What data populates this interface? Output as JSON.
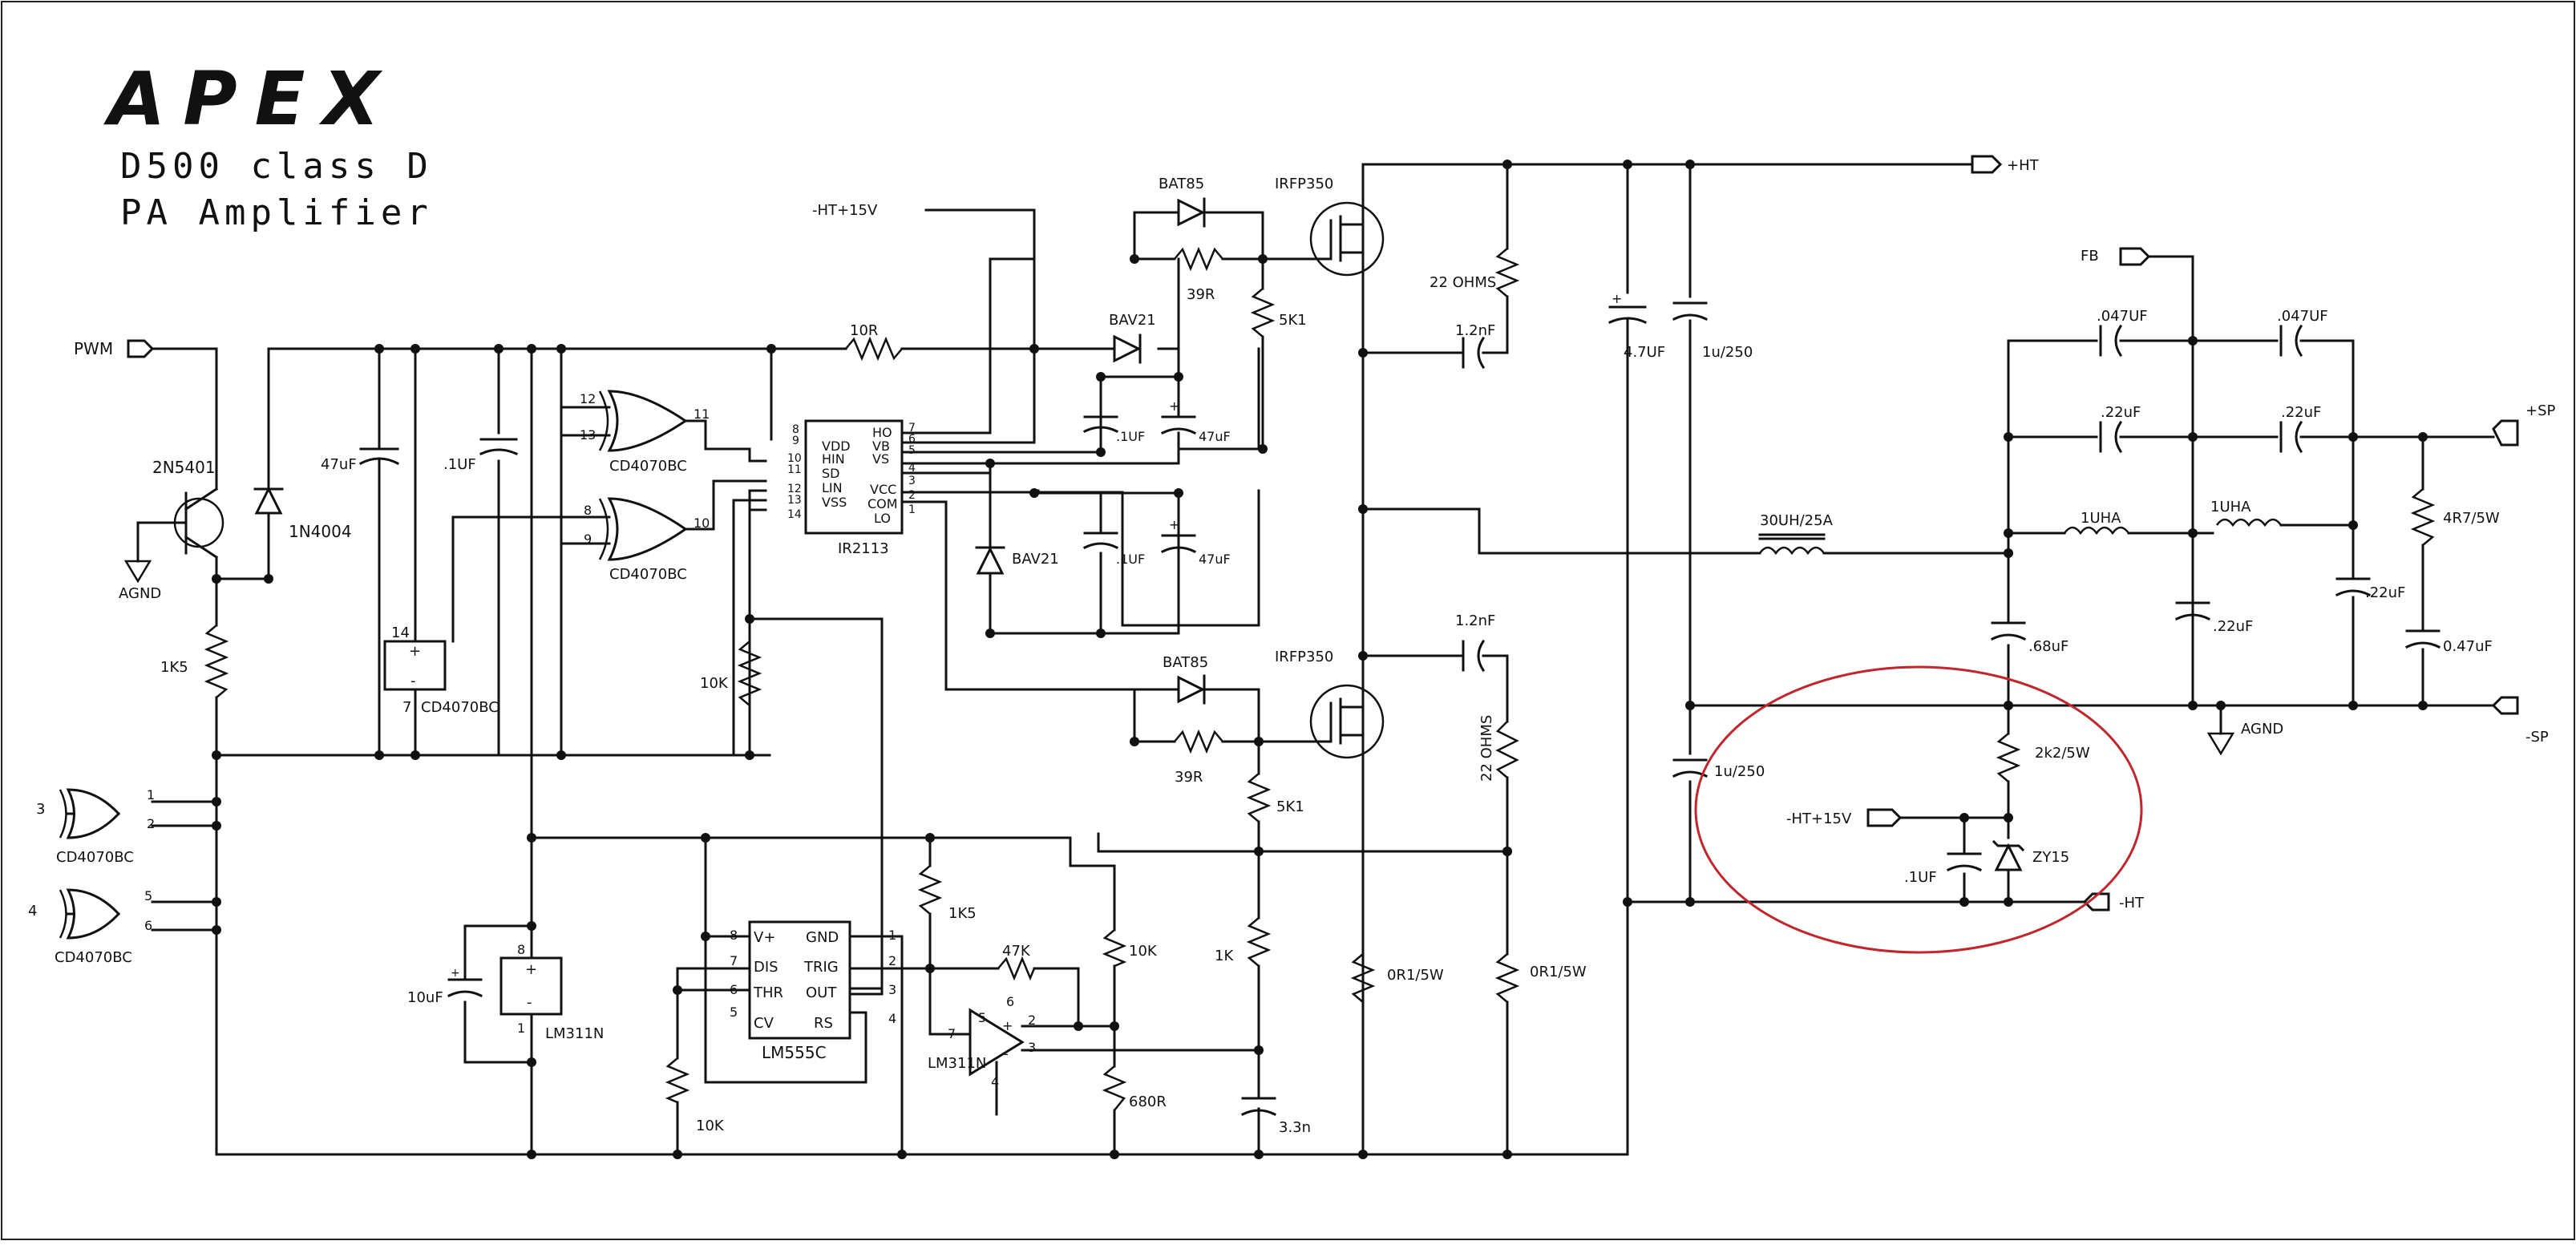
{
  "title": {
    "brand": "APEX",
    "line1": "D500 class D",
    "line2": "PA Amplifier"
  },
  "colors": {
    "ink": "#111111",
    "highlight_ring": "#c0262b",
    "background": "#ffffff"
  },
  "labels": {
    "pwm": "PWM",
    "q2n5401": "2N5401",
    "d1n4004": "1N4004",
    "agnd_left": "AGND",
    "r1k5_left": "1K5",
    "c47uf_a": "47uF",
    "c1uf_a": ".1UF",
    "cd_pwr14": "14",
    "cd_pwr7": "7",
    "cd_pwr_name": "CD4070BC",
    "ht15_top": "-HT+15V",
    "r10r": "10R",
    "bat85_top": "BAT85",
    "r39_top": "39R",
    "bav21_top": "BAV21",
    "c1uf_b": ".1UF",
    "c47uf_b": "47uF",
    "bav21_mid": "BAV21",
    "c1uf_c": ".1UF",
    "c47uf_c": "47uF",
    "ir2113": "IR2113",
    "gate1_name": "CD4070BC",
    "gate2_name": "CD4070BC",
    "g1_in1": "12",
    "g1_in2": "13",
    "g1_out": "11",
    "g2_in1": "8",
    "g2_in2": "9",
    "g2_out": "10",
    "r10k_mid": "10K",
    "irfp_top": "IRFP350",
    "irfp_bot": "IRFP350",
    "r5k1_top": "5K1",
    "r22_top": "22 OHMS",
    "c12nf_top": "1.2nF",
    "c12nf_bot": "1.2nF",
    "r22_bot": "22 OHMS",
    "bat85_bot": "BAT85",
    "r39_bot": "39R",
    "r5k1_bot": "5K1",
    "r1k": "1K",
    "c33n": "3.3n",
    "r0r1_a": "0R1/5W",
    "r0r1_b": "0R1/5W",
    "ht_plus": "+HT",
    "c47uf_big": "4.7UF",
    "c1u250_top": "1u/250",
    "c1u250_bot": "1u/250",
    "l30uh": "30UH/25A",
    "fb": "FB",
    "c047_a": ".047UF",
    "c047_b": ".047UF",
    "c22_a": ".22uF",
    "c22_b": ".22uF",
    "l1uha_a": "1UHA",
    "l1uha_b": "1UHA",
    "c22_c": ".22uF",
    "c22_d": ".22uF",
    "c68uf": ".68uF",
    "sp_plus": "+SP",
    "sp_minus": "-SP",
    "r4r7": "4R7/5W",
    "c047uf": "0.47uF",
    "agnd_right": "AGND",
    "r2k2": "2k2/5W",
    "ht15_right": "-HT+15V",
    "zy15": "ZY15",
    "c1uf_right": ".1UF",
    "minus_ht": "-HT",
    "gate3_in": "3",
    "gate3_p1": "1",
    "gate3_p2": "2",
    "gate3_name": "CD4070BC",
    "gate4_in": "4",
    "gate4_p5": "5",
    "gate4_p6": "6",
    "gate4_name": "CD4070BC",
    "lm311_left": "LM311N",
    "lm311_right": "LM311N",
    "c10uf": "10uF",
    "lm555": "LM555C",
    "r1k5_mid": "1K5",
    "r47k": "47K",
    "r10k_right": "10K",
    "r680": "680R",
    "r10k_bot": "10K",
    "lm311_p8": "8",
    "lm311_p1": "1",
    "lm311b_p5": "5",
    "lm311b_p6": "6",
    "lm311b_p7": "7",
    "lm311b_p2": "2",
    "lm311b_p3": "3",
    "lm311b_p4": "4"
  },
  "ir2113_pins": {
    "left": [
      "8",
      "9",
      "10",
      "11",
      "12",
      "13",
      "14"
    ],
    "left_names": [
      "VDD",
      "HIN",
      "SD",
      "LIN",
      "VSS"
    ],
    "right": [
      "7",
      "6",
      "5",
      "4",
      "3",
      "2",
      "1"
    ],
    "right_names": [
      "HO",
      "VB",
      "VS",
      "VCC",
      "COM",
      "LO"
    ]
  },
  "lm555_pins": {
    "left": [
      "8",
      "7",
      "6",
      "5"
    ],
    "left_names": [
      "V+",
      "DIS",
      "THR",
      "CV"
    ],
    "right": [
      "1",
      "2",
      "3",
      "4"
    ],
    "right_names": [
      "GND",
      "TRIG",
      "OUT",
      "RS"
    ]
  }
}
